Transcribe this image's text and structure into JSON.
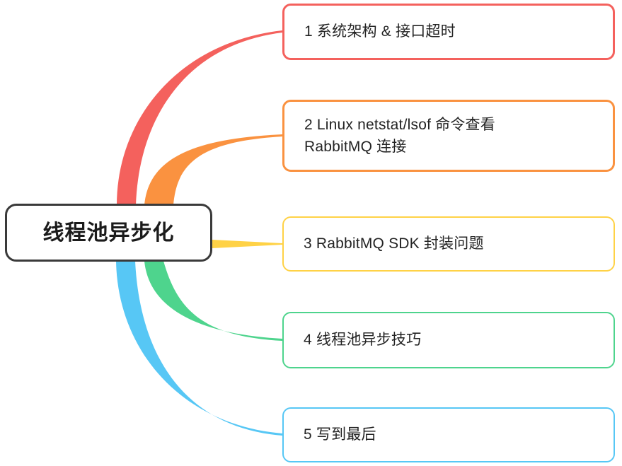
{
  "diagram": {
    "type": "mindmap",
    "title": "线程池异步化",
    "orientation": "left-root-right-branches",
    "background": "#ffffff",
    "root": {
      "label": "线程池异步化",
      "border_color": "#3a3a3a",
      "text_color": "#1b1b1b"
    },
    "branches": [
      {
        "index": "1",
        "label": "1 系统架构 & 接口超时",
        "color": "#f4615d",
        "color_name": "red"
      },
      {
        "index": "2",
        "label": "2 Linux netstat/lsof 命令查看\nRabbitMQ 连接",
        "color": "#fa9240",
        "color_name": "orange"
      },
      {
        "index": "3",
        "label": "3 RabbitMQ SDK 封装问题",
        "color": "#ffd246",
        "color_name": "yellow"
      },
      {
        "index": "4",
        "label": "4 线程池异步技巧",
        "color": "#4ed48d",
        "color_name": "green"
      },
      {
        "index": "5",
        "label": "5 写到最后",
        "color": "#57c7f5",
        "color_name": "blue"
      }
    ]
  }
}
